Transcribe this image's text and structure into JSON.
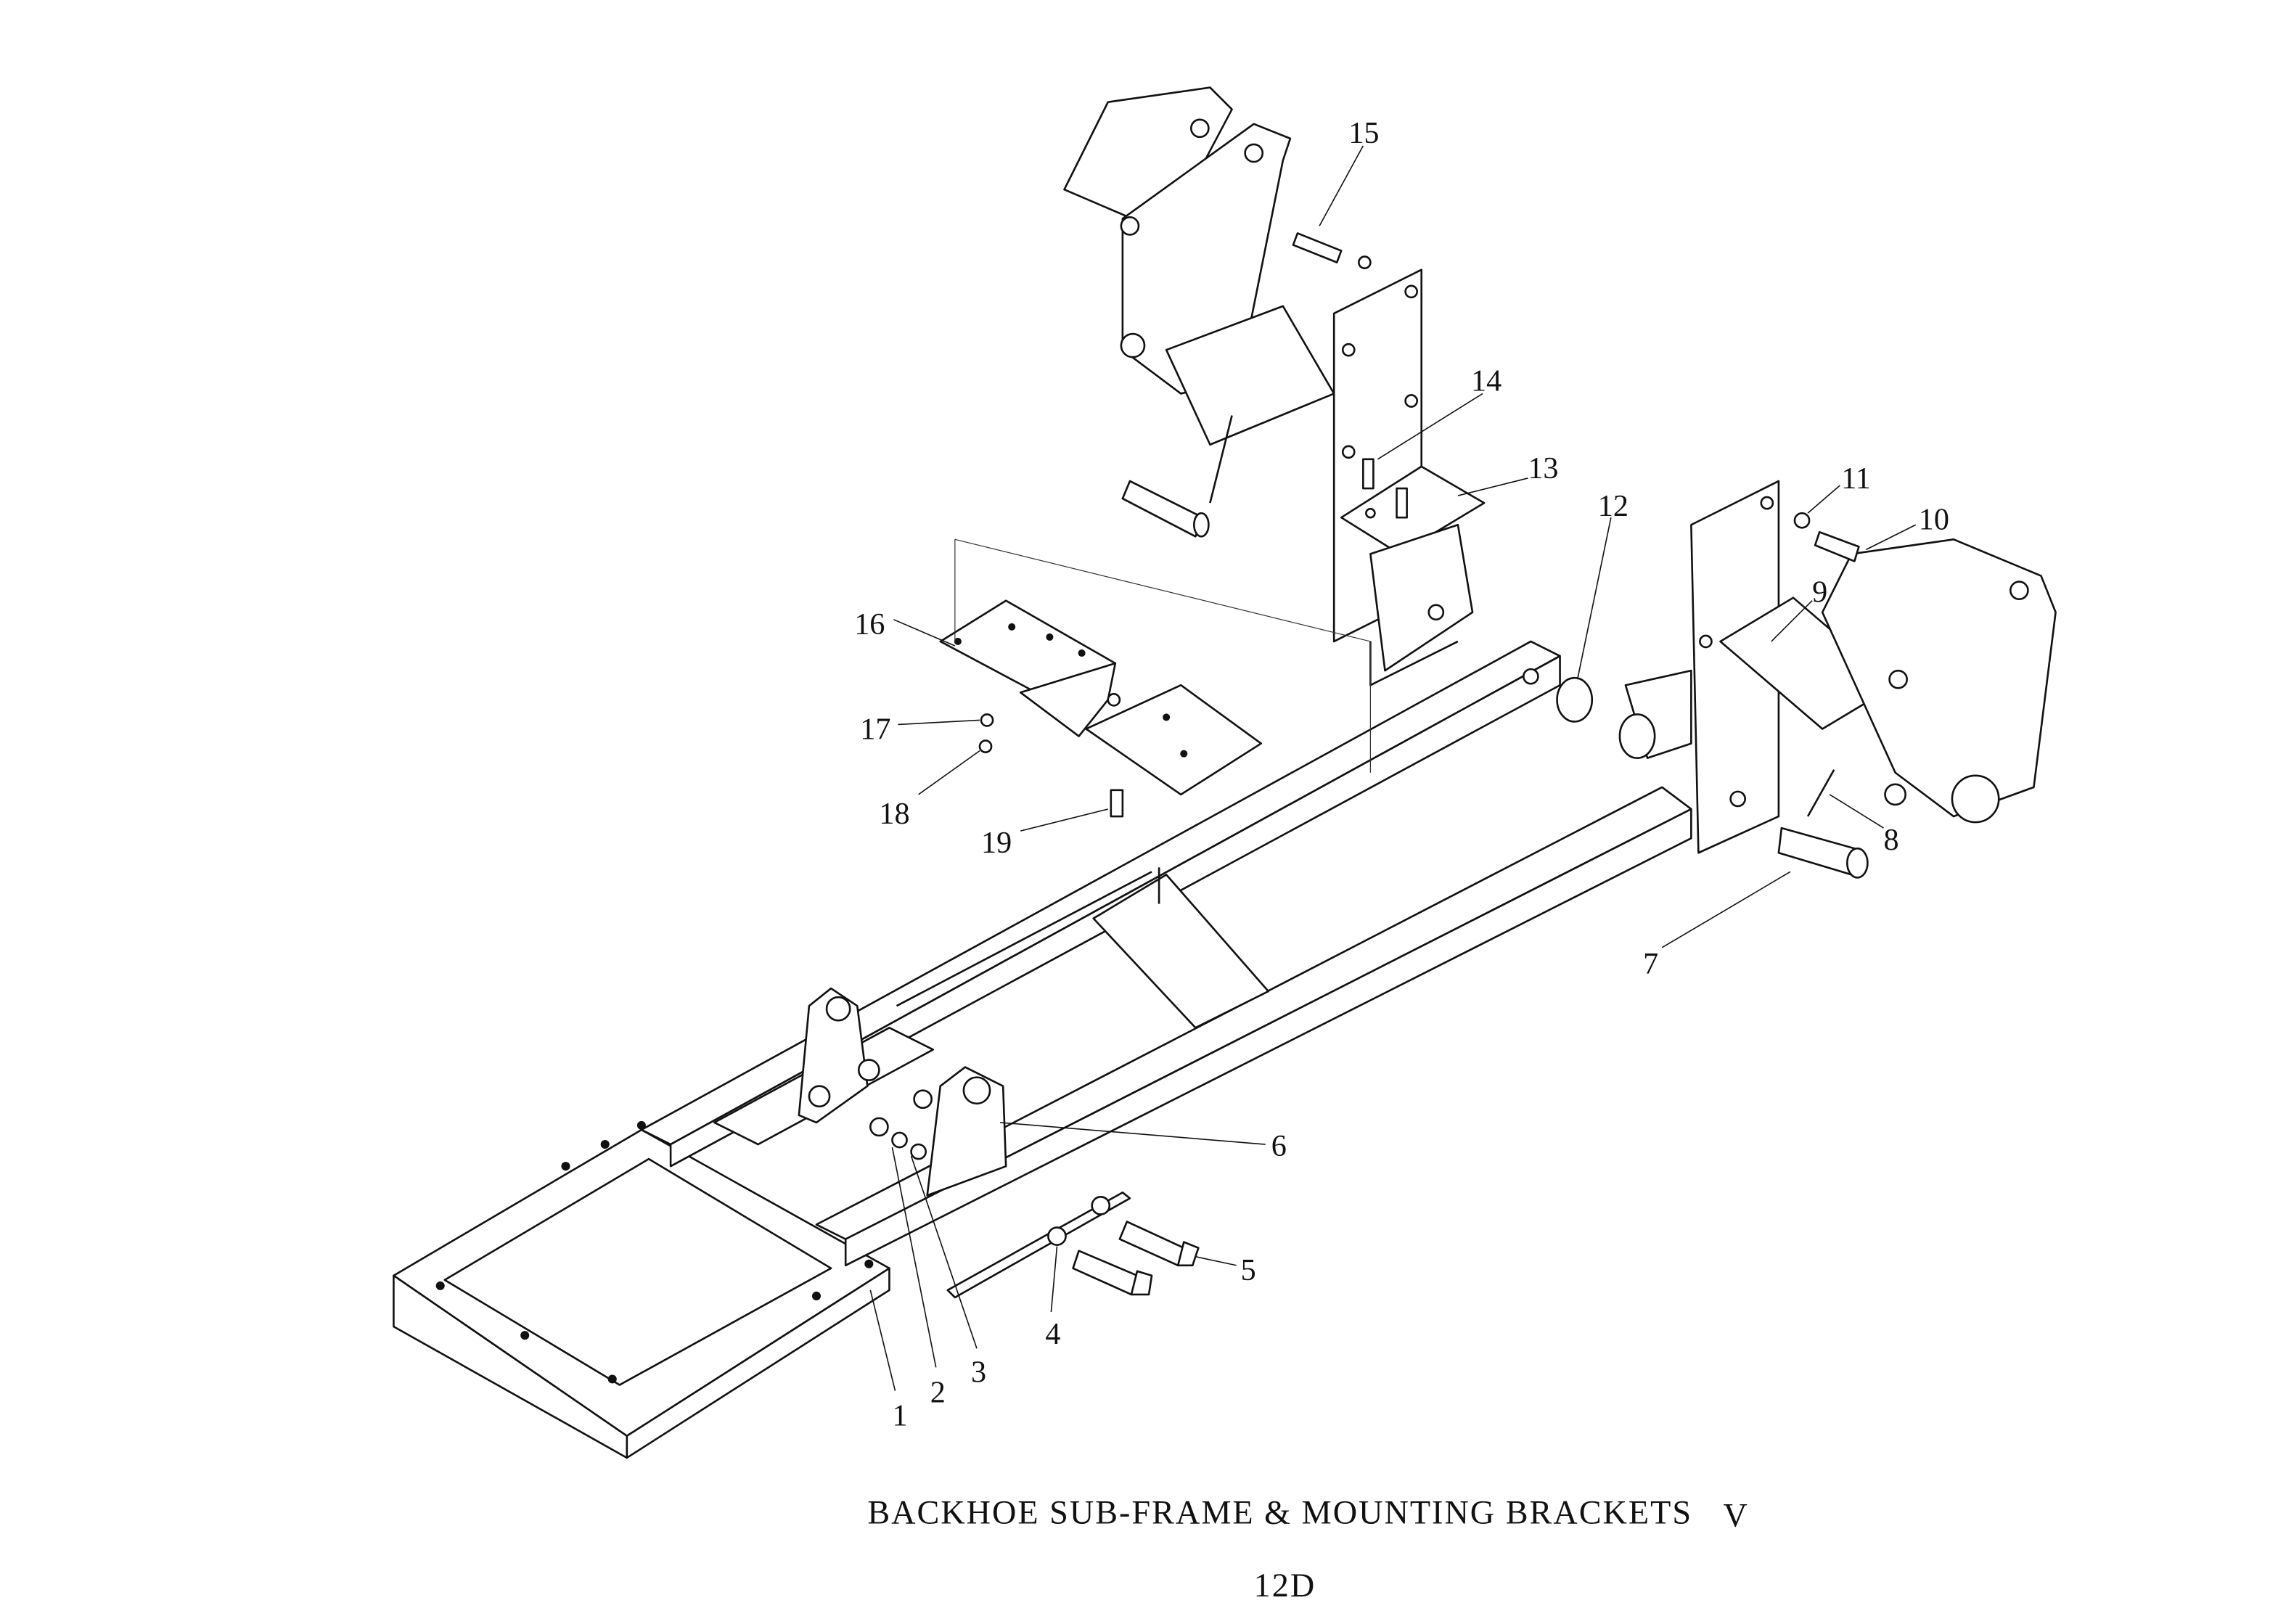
{
  "title": "BACKHOE SUB-FRAME & MOUNTING BRACKETS",
  "revision": "V",
  "page_code": "12D",
  "callouts": [
    "1",
    "2",
    "3",
    "4",
    "5",
    "6",
    "7",
    "8",
    "9",
    "10",
    "11",
    "12",
    "13",
    "14",
    "15",
    "16",
    "17",
    "18",
    "19"
  ]
}
